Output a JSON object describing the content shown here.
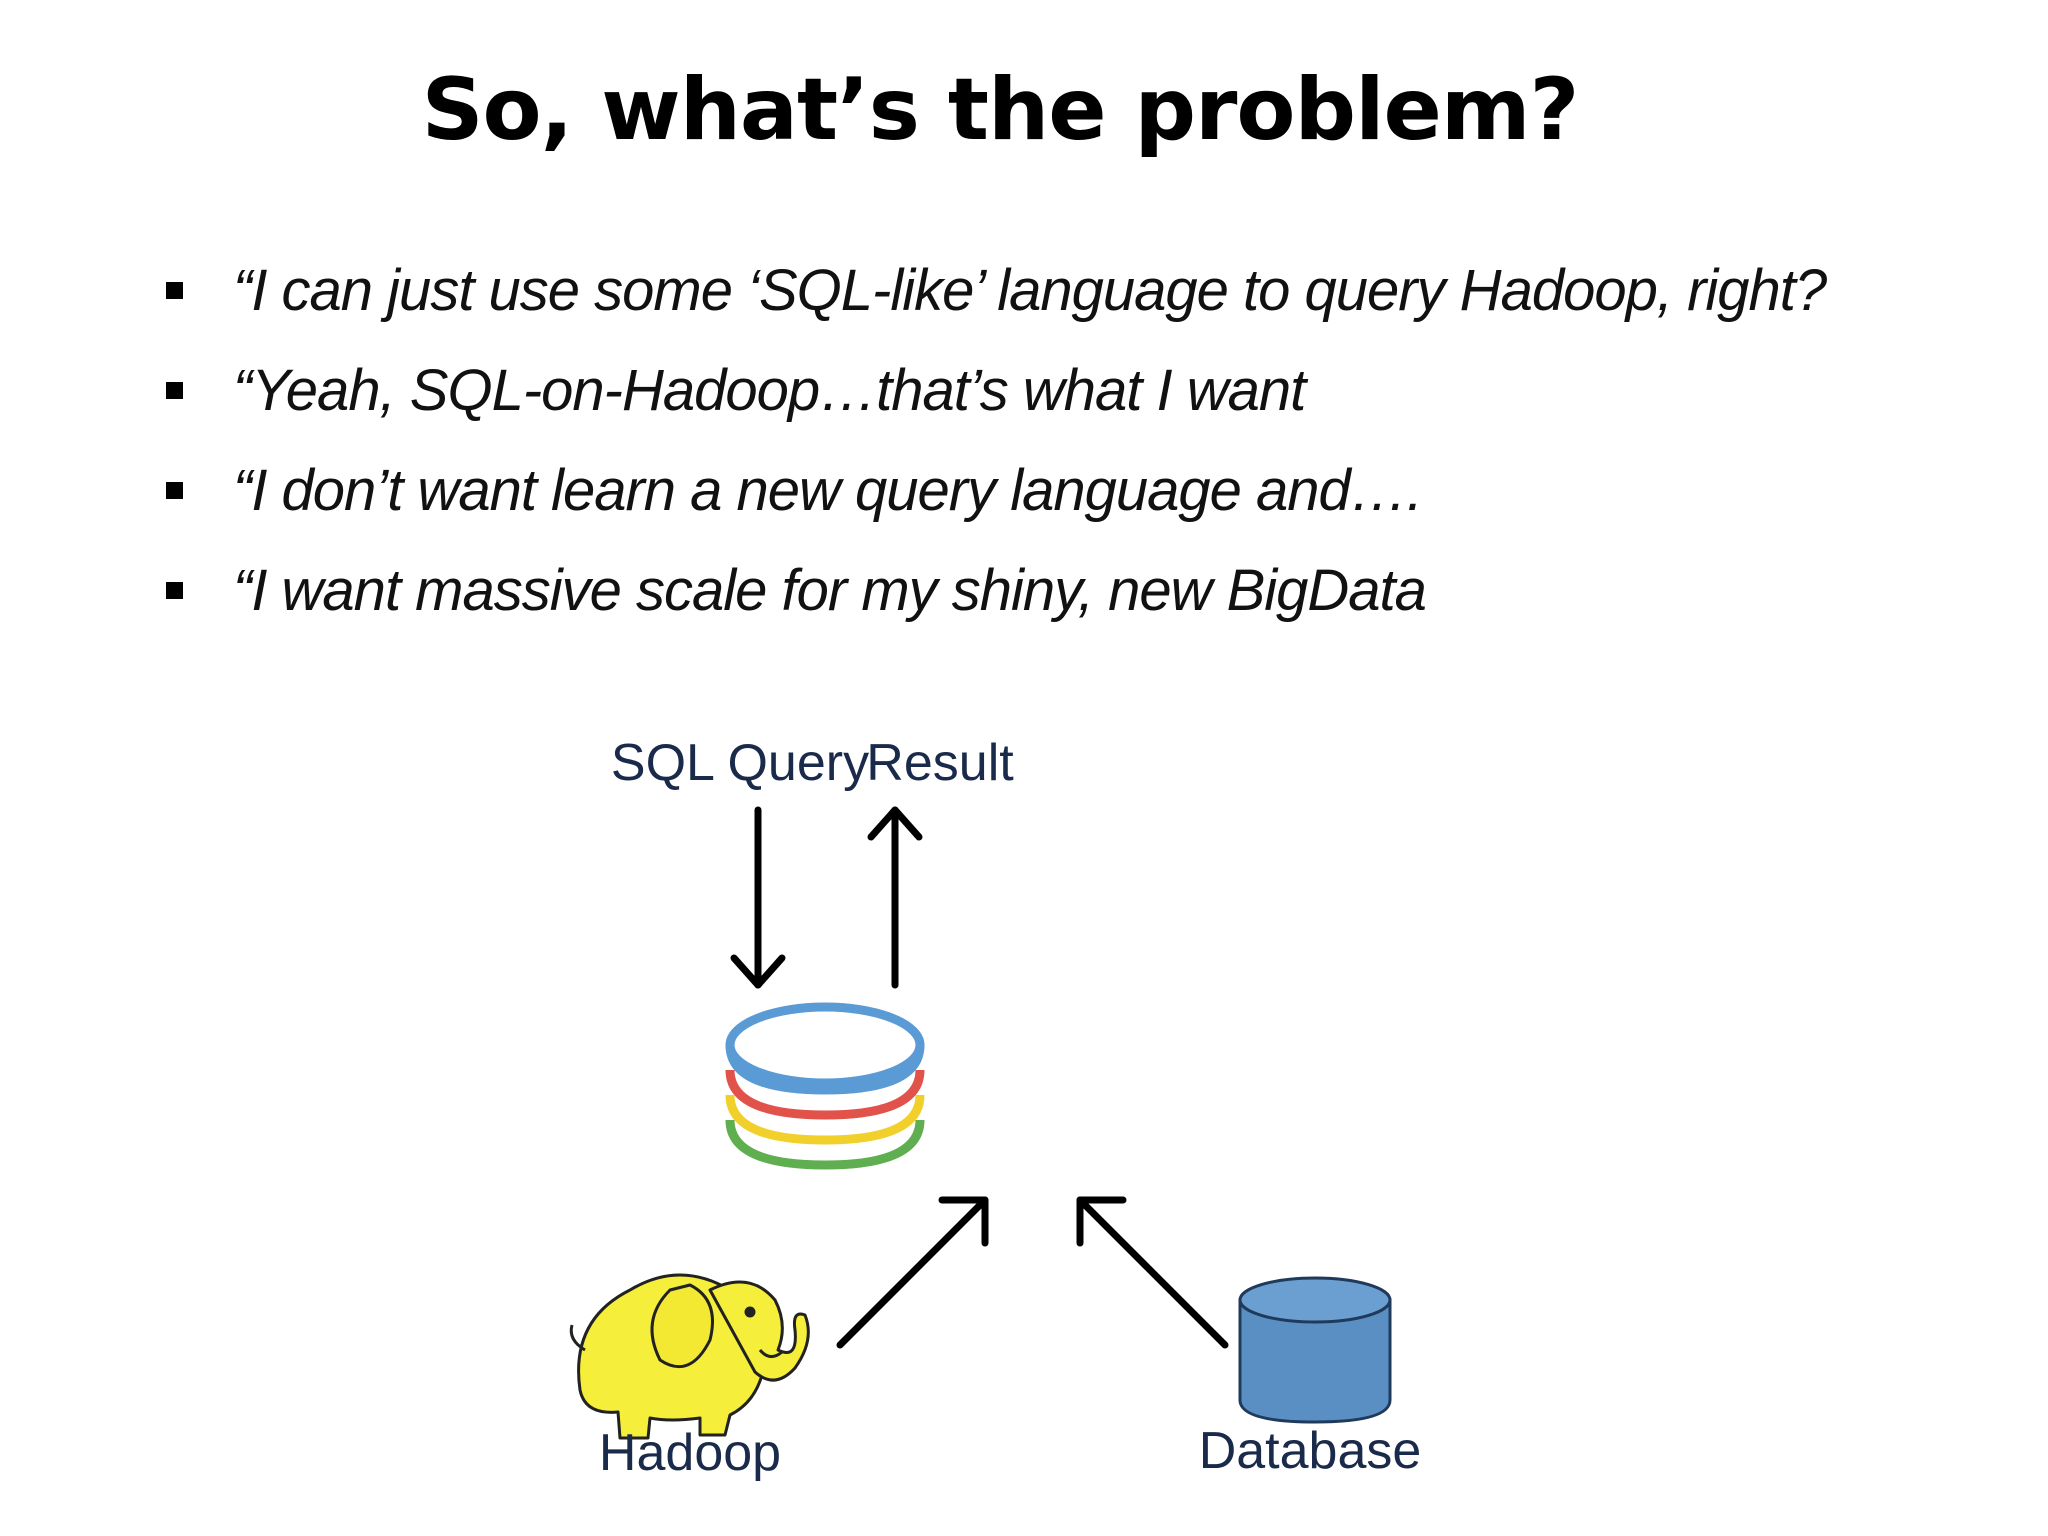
{
  "slide": {
    "title": "So, what’s the problem?",
    "bullets": [
      {
        "text": "“I can just use some ‘SQL-like’ language to query Hadoop, right?"
      },
      {
        "text": "“Yeah, SQL-on-Hadoop…that’s what I want"
      },
      {
        "text": "“I don’t want learn a new query language and…."
      },
      {
        "text": "“I want massive scale for my shiny, new BigData"
      }
    ]
  },
  "diagram": {
    "sql_query_label": "SQL Query",
    "result_label": "Result",
    "hadoop_label": "Hadoop",
    "database_label": "Database",
    "icons": [
      "hadoop-elephant-icon",
      "layered-database-icon",
      "database-cylinder-icon"
    ],
    "colors": {
      "label_text": "#1a2a4a",
      "stack_blue": "#5b9bd5",
      "stack_red": "#e0524a",
      "stack_yellow": "#f2d02c",
      "stack_green": "#5fae4f",
      "database_fill": "#5a8fc4",
      "elephant_fill": "#f5ee3a"
    }
  }
}
